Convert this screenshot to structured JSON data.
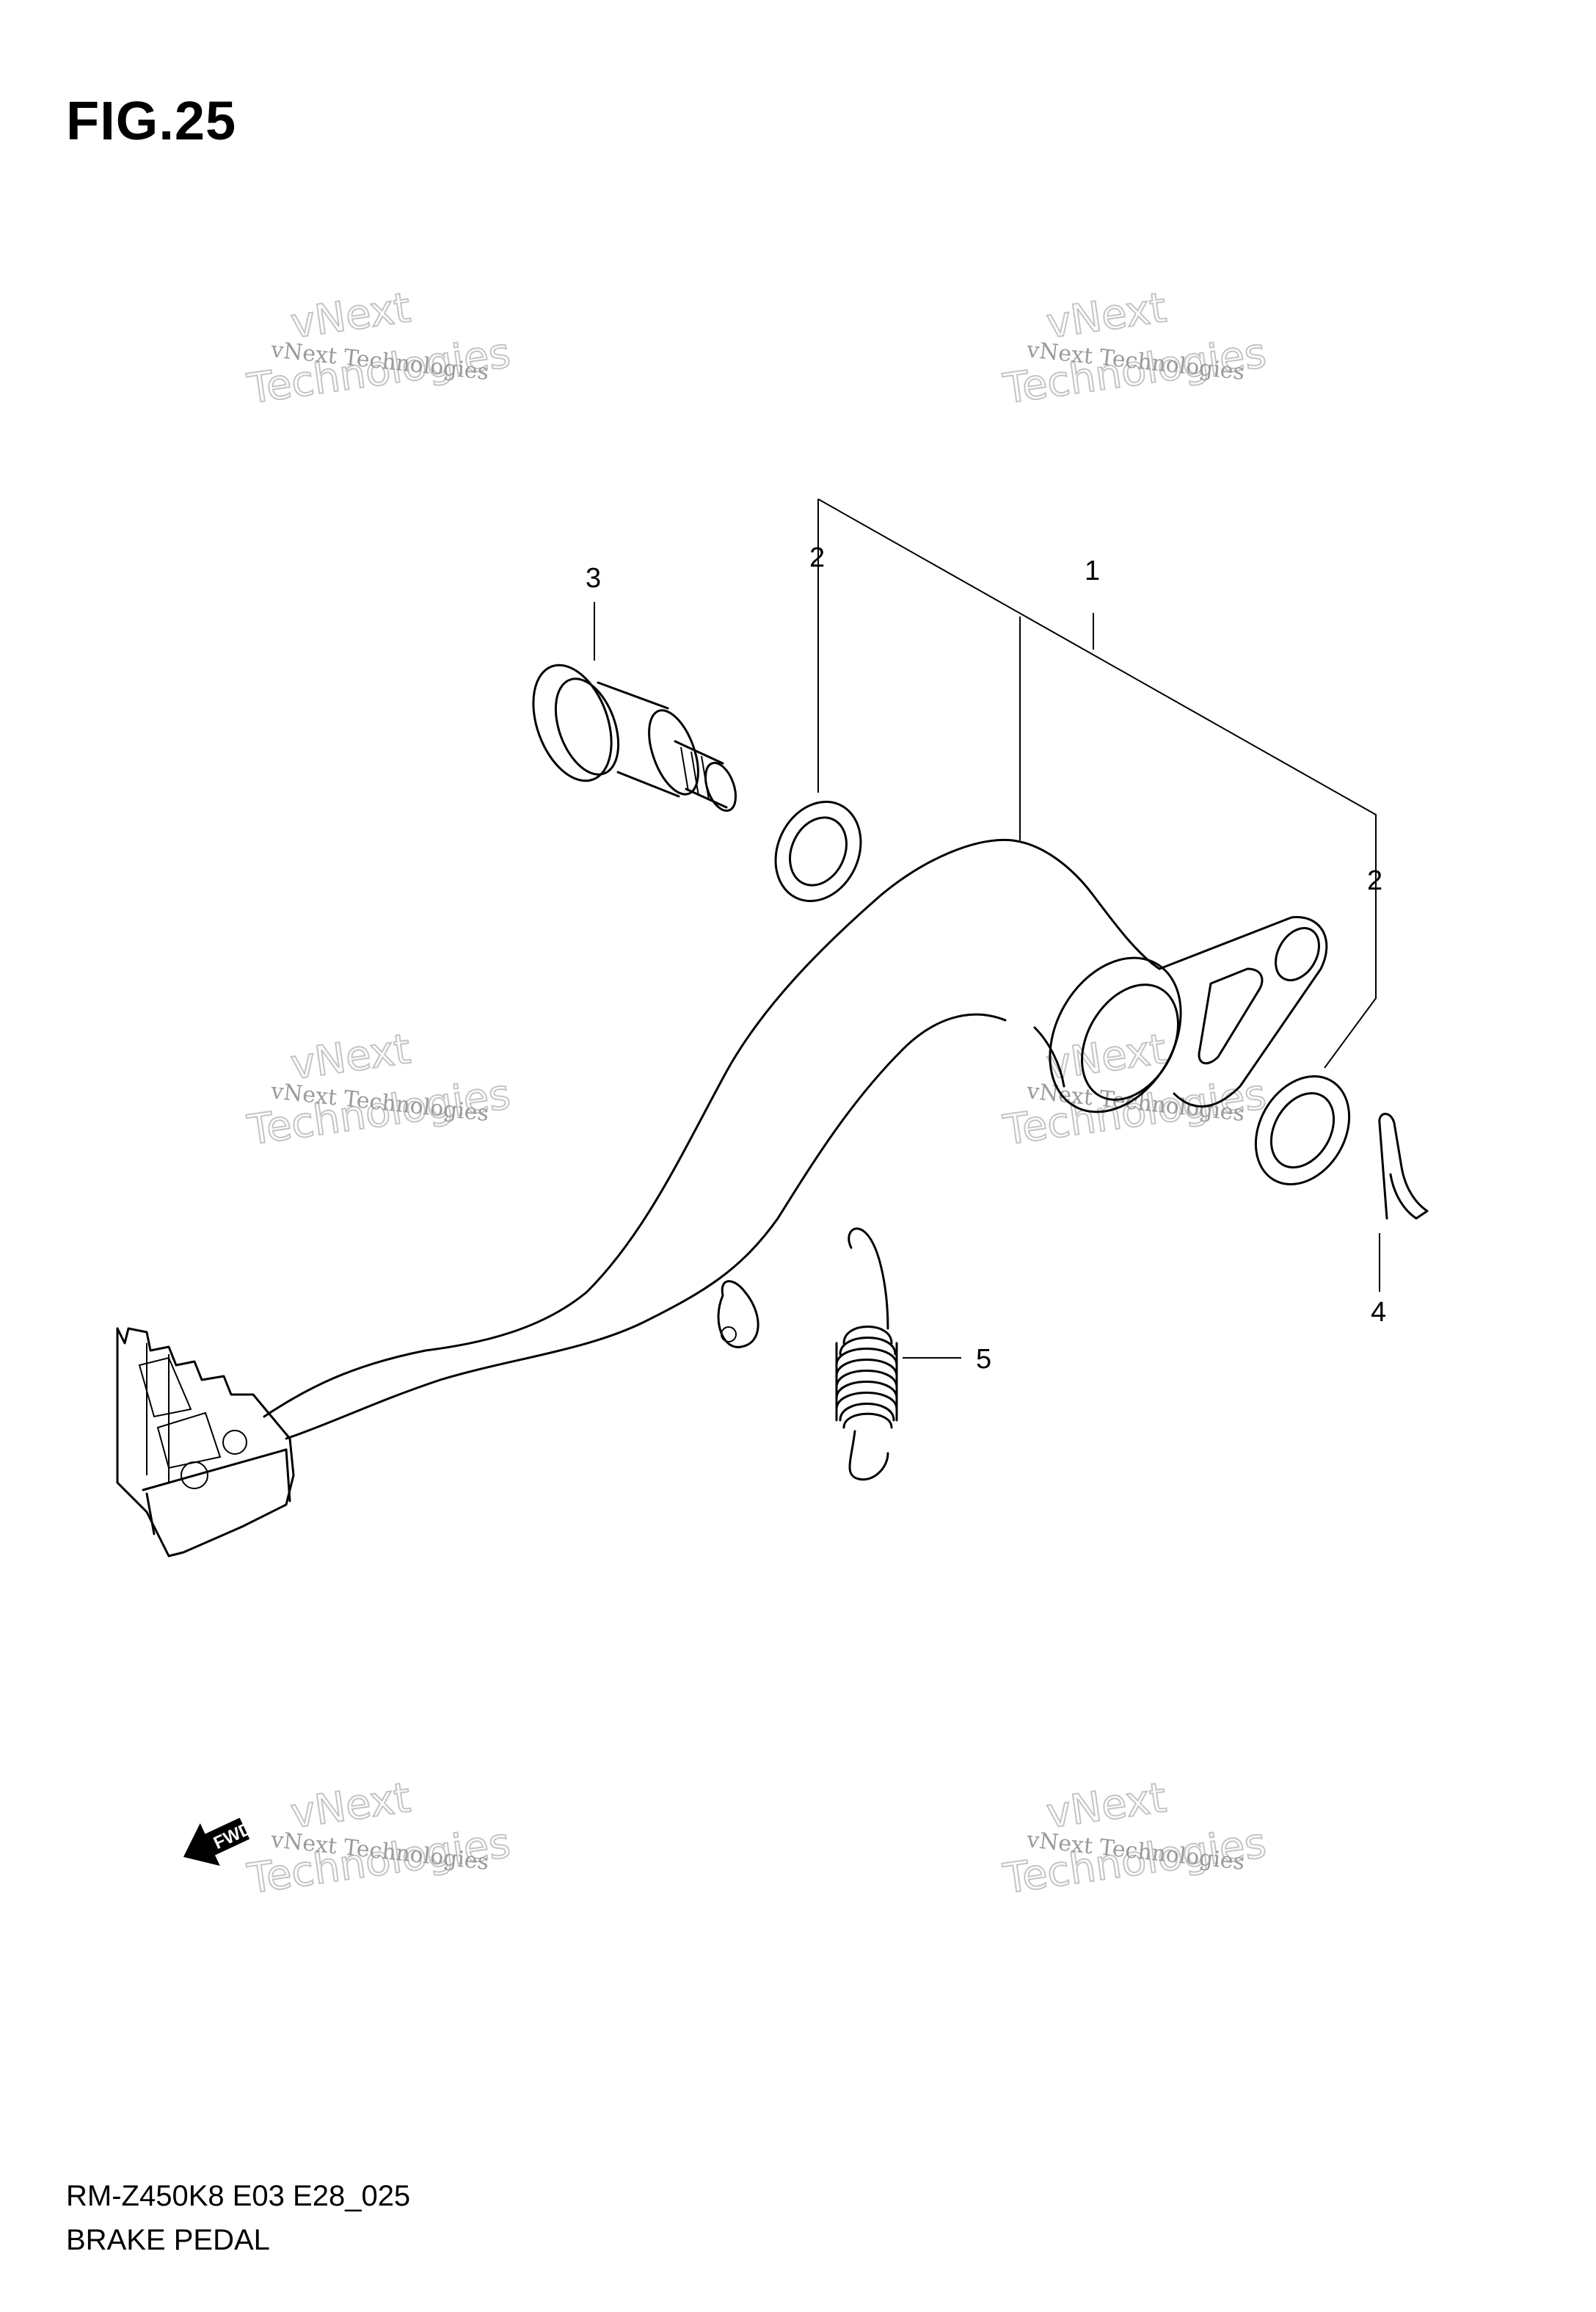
{
  "figure": {
    "title": "FIG.25",
    "code": "RM-Z450K8 E03 E28_025",
    "name": "BRAKE PEDAL"
  },
  "callouts": [
    "1",
    "2",
    "2",
    "3",
    "4",
    "5"
  ],
  "fwd_label": "FWD",
  "watermark": {
    "line1": "vNext Technologies",
    "line2": "vNext",
    "line3": "Technologies"
  }
}
